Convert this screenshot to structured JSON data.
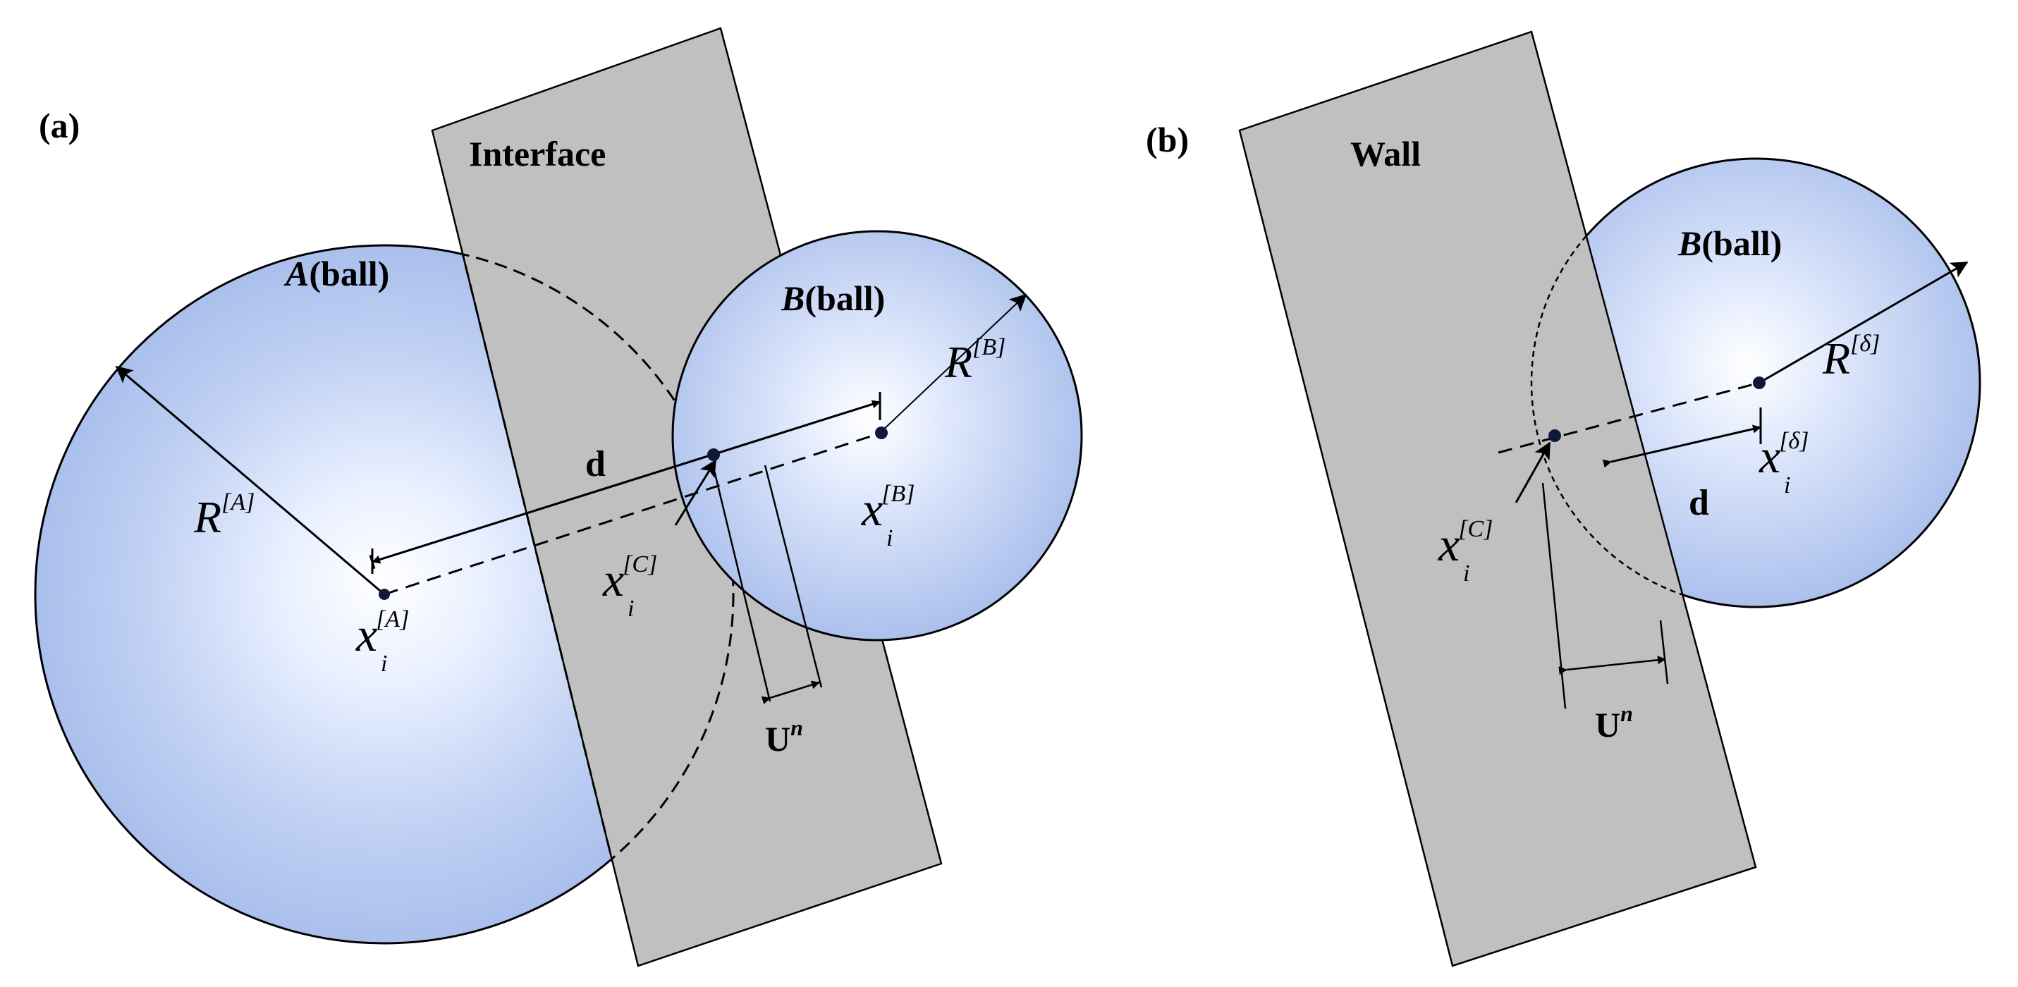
{
  "panel_a": {
    "tag": "(a)",
    "interface_label": "Interface",
    "ball_a": {
      "name": "A",
      "suffix": "(ball)"
    },
    "ball_b": {
      "name": "B",
      "suffix": "(ball)"
    },
    "radius_a": {
      "base": "R",
      "sup": "[A]"
    },
    "radius_b": {
      "base": "R",
      "sup": "[B]"
    },
    "distance": "d",
    "center_a": {
      "base": "x",
      "sub": "i",
      "sup": "[A]"
    },
    "center_b": {
      "base": "x",
      "sub": "i",
      "sup": "[B]"
    },
    "contact": {
      "base": "x",
      "sub": "i",
      "sup": "[C]"
    },
    "overlap": {
      "base": "U",
      "sup": "n"
    }
  },
  "panel_b": {
    "tag": "(b)",
    "wall_label": "Wall",
    "ball_b": {
      "name": "B",
      "suffix": "(ball)"
    },
    "radius": {
      "base": "R",
      "sup": "[δ]"
    },
    "distance": "d",
    "center": {
      "base": "x",
      "sub": "i",
      "sup": "[δ]"
    },
    "contact": {
      "base": "x",
      "sub": "i",
      "sup": "[C]"
    },
    "overlap": {
      "base": "U",
      "sup": "n"
    }
  },
  "colors": {
    "ball_edge": "#a9c0ec",
    "ball_center": "#ffffff",
    "slab": "#c0c0c0",
    "ink": "#000000"
  }
}
